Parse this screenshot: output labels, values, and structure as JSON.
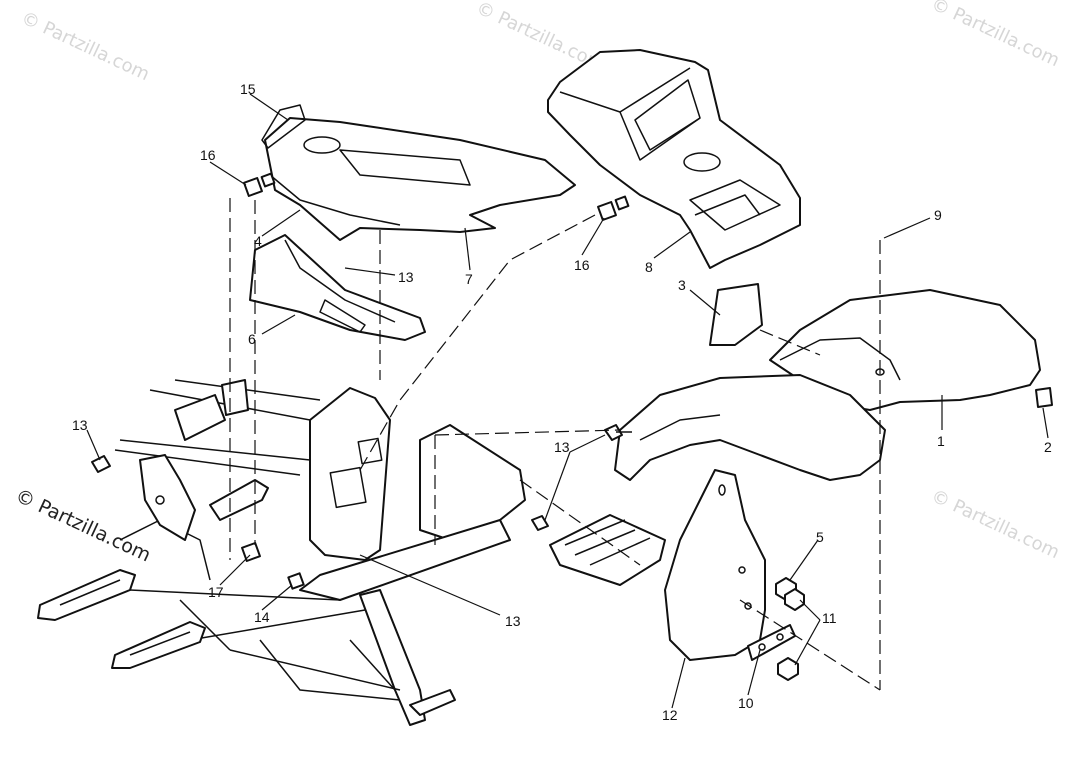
{
  "watermarks": {
    "top_left": "© Partzilla.com",
    "top_center": "© Partzilla.com",
    "top_right": "© Partzilla.com",
    "middle_left": "© Partzilla.com",
    "middle_right": "© Partzilla.com"
  },
  "callouts": {
    "c1": "1",
    "c2": "2",
    "c3": "3",
    "c4": "4",
    "c5": "5",
    "c6": "6",
    "c7": "7",
    "c8": "8",
    "c9": "9",
    "c10": "10",
    "c11": "11",
    "c12": "12",
    "c13a": "13",
    "c13b": "13",
    "c13c": "13",
    "c13d": "13",
    "c14": "14",
    "c15": "15",
    "c16a": "16",
    "c16b": "16",
    "c17": "17"
  }
}
